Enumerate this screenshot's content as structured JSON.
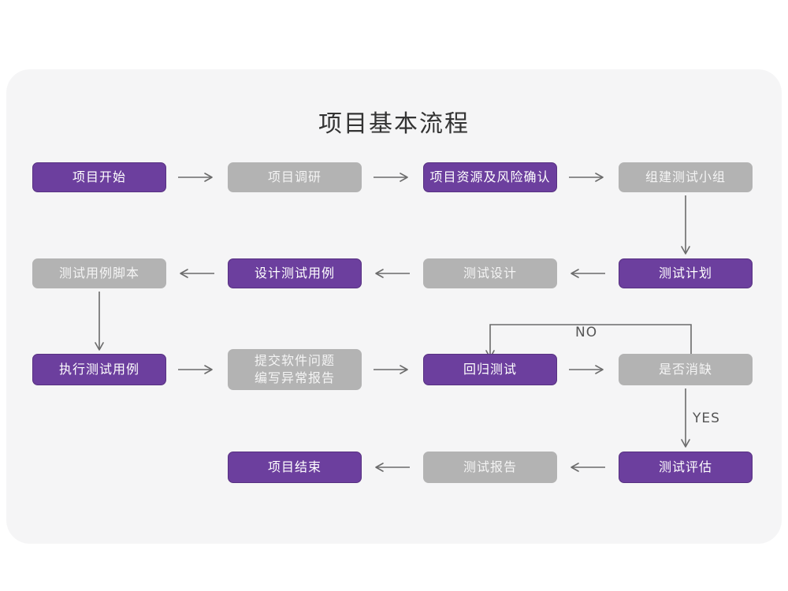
{
  "page": {
    "background_color": "#ffffff",
    "card_color": "#f5f5f6"
  },
  "title": "项目基本流程",
  "theme": {
    "purple": "#6c3f9e",
    "purple_border": "#573181",
    "gray": "#b3b3b3",
    "arrow": "#6b6b6b",
    "title_color": "#333333"
  },
  "nodes": [
    {
      "id": "n1",
      "label": "项目开始",
      "style": "purple",
      "row": 1,
      "col": 1
    },
    {
      "id": "n2",
      "label": "项目调研",
      "style": "gray",
      "row": 1,
      "col": 2
    },
    {
      "id": "n3",
      "label": "项目资源及风险确认",
      "style": "purple",
      "row": 1,
      "col": 3
    },
    {
      "id": "n4",
      "label": "组建测试小组",
      "style": "gray",
      "row": 1,
      "col": 4
    },
    {
      "id": "n5",
      "label": "测试用例脚本",
      "style": "gray",
      "row": 2,
      "col": 1
    },
    {
      "id": "n6",
      "label": "设计测试用例",
      "style": "purple",
      "row": 2,
      "col": 2
    },
    {
      "id": "n7",
      "label": "测试设计",
      "style": "gray",
      "row": 2,
      "col": 3
    },
    {
      "id": "n8",
      "label": "测试计划",
      "style": "purple",
      "row": 2,
      "col": 4
    },
    {
      "id": "n9",
      "label": "执行测试用例",
      "style": "purple",
      "row": 3,
      "col": 1
    },
    {
      "id": "n10",
      "label_line1": "提交软件问题",
      "label_line2": "编写异常报告",
      "style": "gray",
      "row": 3,
      "col": 2
    },
    {
      "id": "n11",
      "label": "回归测试",
      "style": "purple",
      "row": 3,
      "col": 3
    },
    {
      "id": "n12",
      "label": "是否消缺",
      "style": "gray",
      "row": 3,
      "col": 4
    },
    {
      "id": "n13",
      "label": "项目结束",
      "style": "purple",
      "row": 4,
      "col": 2
    },
    {
      "id": "n14",
      "label": "测试报告",
      "style": "gray",
      "row": 4,
      "col": 3
    },
    {
      "id": "n15",
      "label": "测试评估",
      "style": "purple",
      "row": 4,
      "col": 4
    }
  ],
  "edge_labels": {
    "no": "NO",
    "yes": "YES"
  }
}
